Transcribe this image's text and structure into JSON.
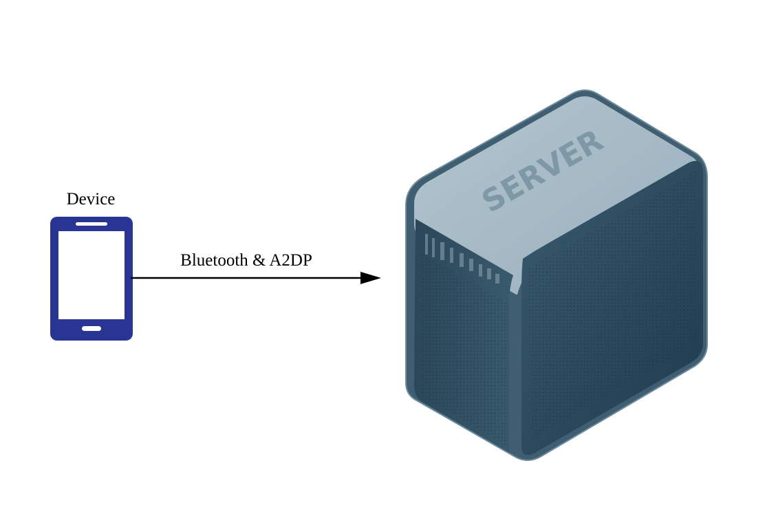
{
  "nodes": {
    "device": {
      "label": "Device",
      "icon": "smartphone-icon",
      "color": "#283593"
    },
    "server": {
      "label": "SERVER",
      "icon": "server-icon",
      "body_color": "#2e4a5c",
      "top_color": "#a9bcc7"
    }
  },
  "edges": [
    {
      "from": "device",
      "to": "server",
      "label": "Bluetooth & A2DP"
    }
  ]
}
